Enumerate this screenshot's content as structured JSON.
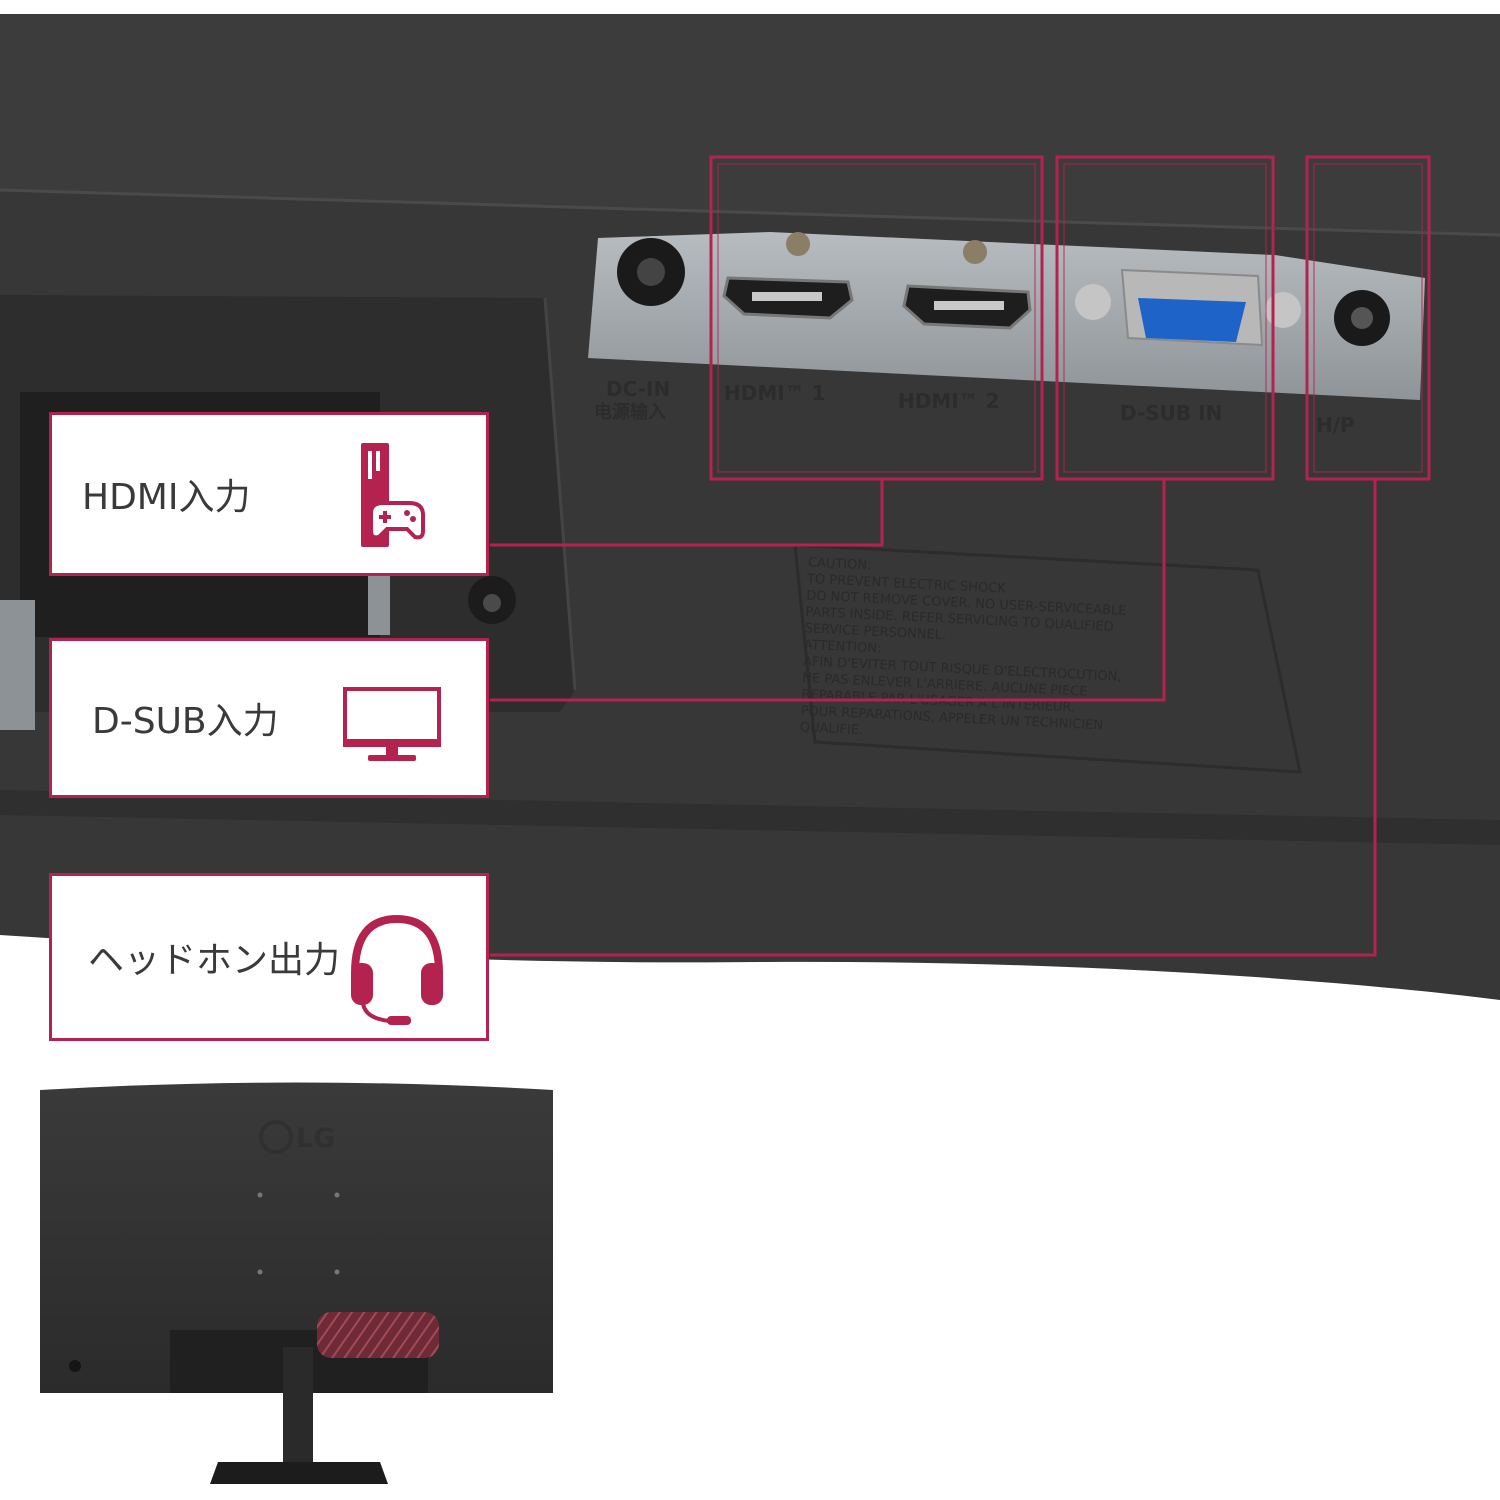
{
  "accent_color": "#b4234f",
  "callouts": [
    {
      "label": "HDMI入力",
      "icon": "game-console-icon"
    },
    {
      "label": "D-SUB入力",
      "icon": "monitor-icon"
    },
    {
      "label": "ヘッドホン出力",
      "icon": "headset-icon"
    }
  ],
  "ports": {
    "dc_in": "DC-IN",
    "dc_in_cn": "电源输入",
    "hdmi1": "HDMI™ 1",
    "hdmi2": "HDMI™ 2",
    "dsub": "D-SUB IN",
    "hp": "H/P"
  },
  "caution_lines": [
    "CAUTION:",
    "TO PREVENT ELECTRIC SHOCK",
    "DO NOT REMOVE COVER. NO USER-SERVICEABLE",
    "PARTS INSIDE. REFER SERVICING TO QUALIFIED",
    "SERVICE PERSONNEL.",
    "ATTENTION:",
    "AFIN D'EVITER TOUT RISQUE D'ELECTROCUTION,",
    "NE PAS ENLEVER L'ARRIERE. AUCUNE PIECE",
    "REPARABLE PAR L'USAGER A L'INTERIEUR.",
    "POUR REPARATIONS, APPELER UN TECHNICIEN",
    "QUALIFIE."
  ],
  "brand": "LG"
}
